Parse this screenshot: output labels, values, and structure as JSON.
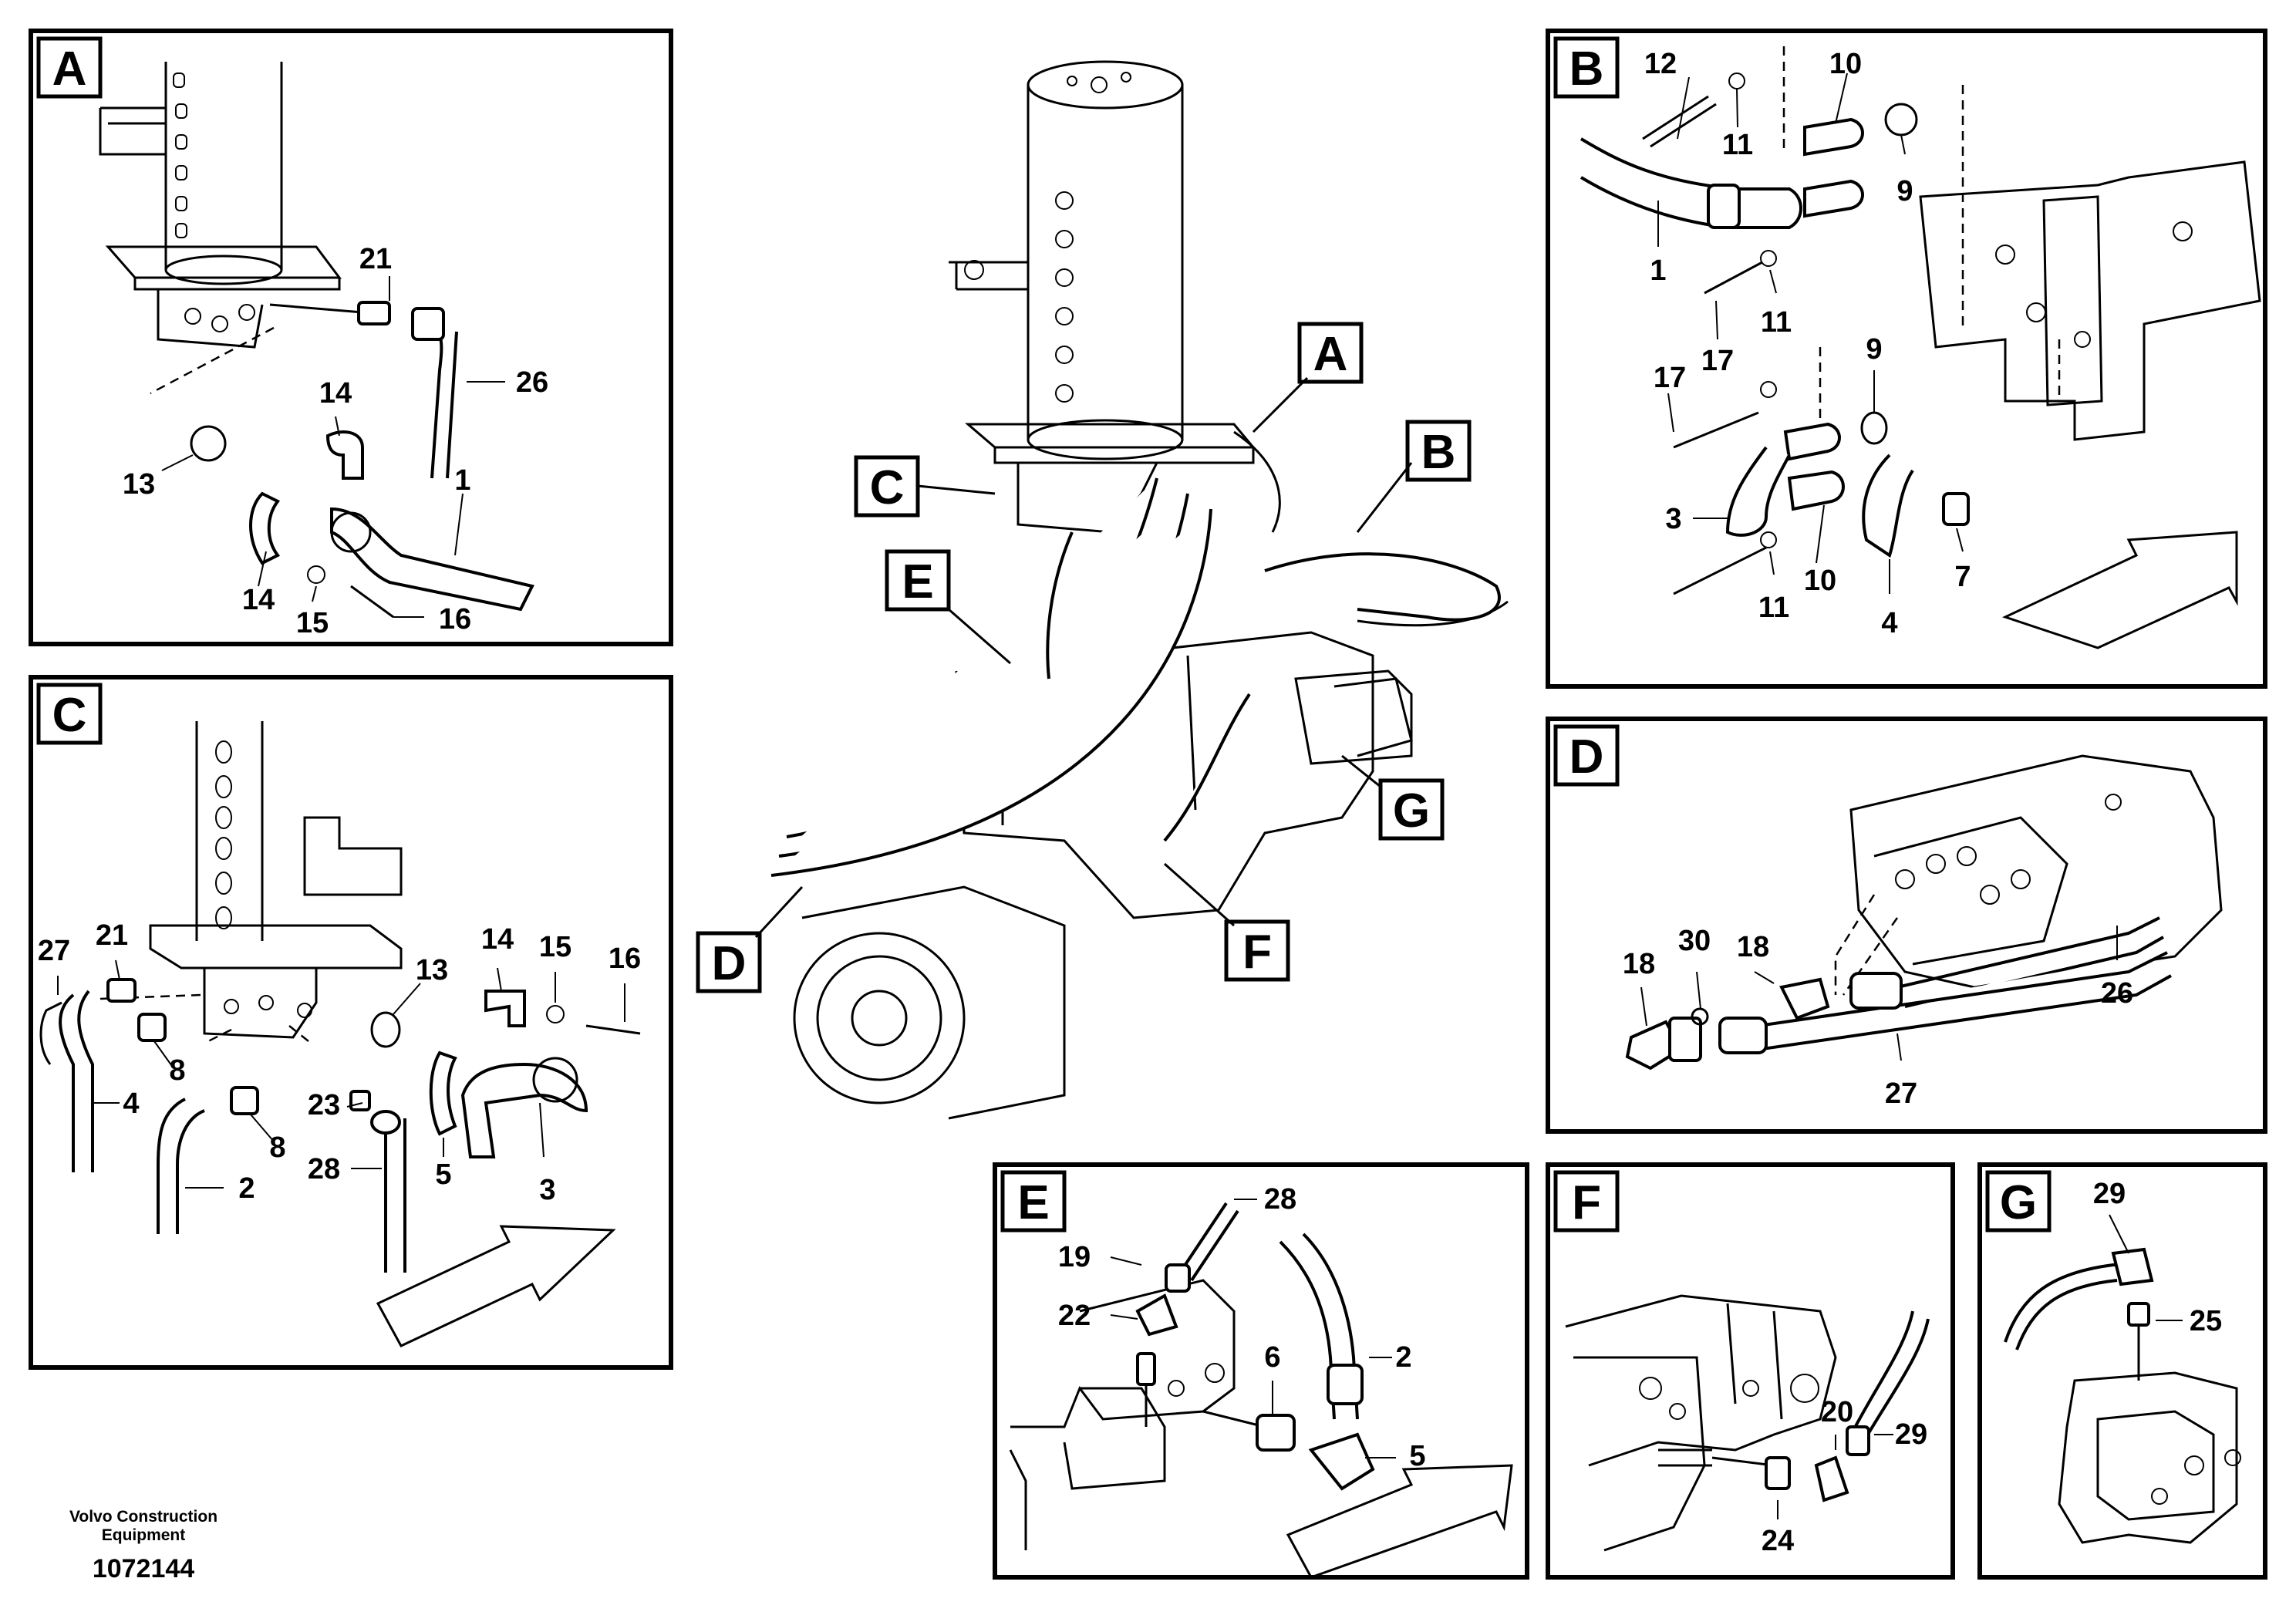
{
  "panels": {
    "A": {
      "label": "A",
      "parts": [
        "21",
        "26",
        "14",
        "13",
        "1",
        "14",
        "15",
        "16"
      ]
    },
    "B": {
      "label": "B",
      "parts": [
        "12",
        "10",
        "11",
        "9",
        "1",
        "17",
        "11",
        "17",
        "9",
        "3",
        "11",
        "10",
        "4",
        "7"
      ]
    },
    "C": {
      "label": "C",
      "parts": [
        "27",
        "21",
        "14",
        "15",
        "16",
        "13",
        "8",
        "4",
        "23",
        "8",
        "28",
        "5",
        "3",
        "2"
      ]
    },
    "D": {
      "label": "D",
      "parts": [
        "30",
        "18",
        "18",
        "26",
        "27"
      ]
    },
    "E": {
      "label": "E",
      "parts": [
        "28",
        "19",
        "22",
        "6",
        "2",
        "5"
      ]
    },
    "F": {
      "label": "F",
      "parts": [
        "20",
        "29",
        "24"
      ]
    },
    "G": {
      "label": "G",
      "parts": [
        "29",
        "25"
      ]
    }
  },
  "overview": {
    "callouts": [
      "A",
      "B",
      "C",
      "E",
      "G",
      "F",
      "D"
    ]
  },
  "footer": {
    "brand": "Volvo Construction Equipment",
    "part_number": "1072144"
  }
}
